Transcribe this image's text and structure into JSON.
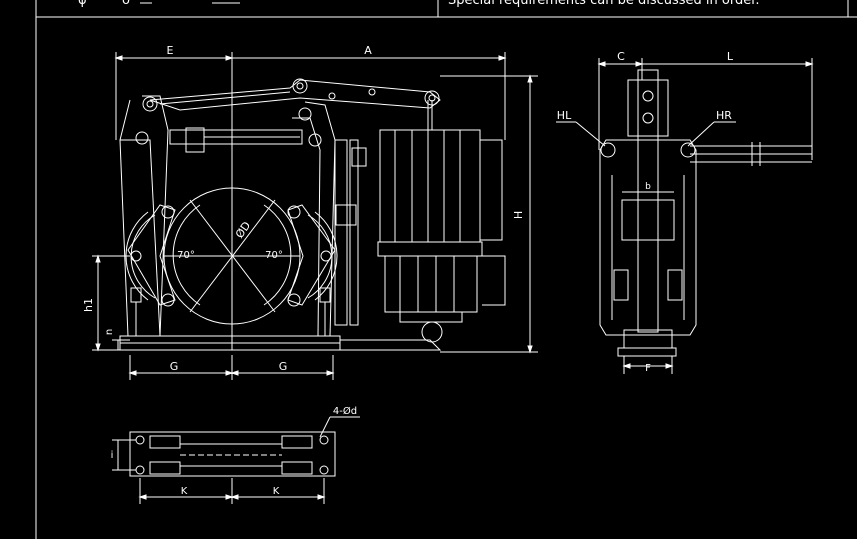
{
  "header": {
    "note": "Special requirements can be discussed in order.",
    "cell_symbol_1": "φ",
    "cell_symbol_2": "δ"
  },
  "front_view": {
    "labels": {
      "E": "E",
      "A": "A",
      "H": "H",
      "h1": "h1",
      "n": "n",
      "G_left": "G",
      "G_right": "G",
      "diameter": "ØD",
      "angle_left": "70°",
      "angle_right": "70°"
    }
  },
  "side_view": {
    "labels": {
      "C": "C",
      "L": "L",
      "HL": "HL",
      "HR": "HR",
      "b": "b",
      "F": "F"
    }
  },
  "base_view": {
    "labels": {
      "holes": "4-Ød",
      "i": "i",
      "K_left": "K",
      "K_right": "K"
    }
  },
  "colors": {
    "background": "#000000",
    "lines": "#ffffff"
  }
}
